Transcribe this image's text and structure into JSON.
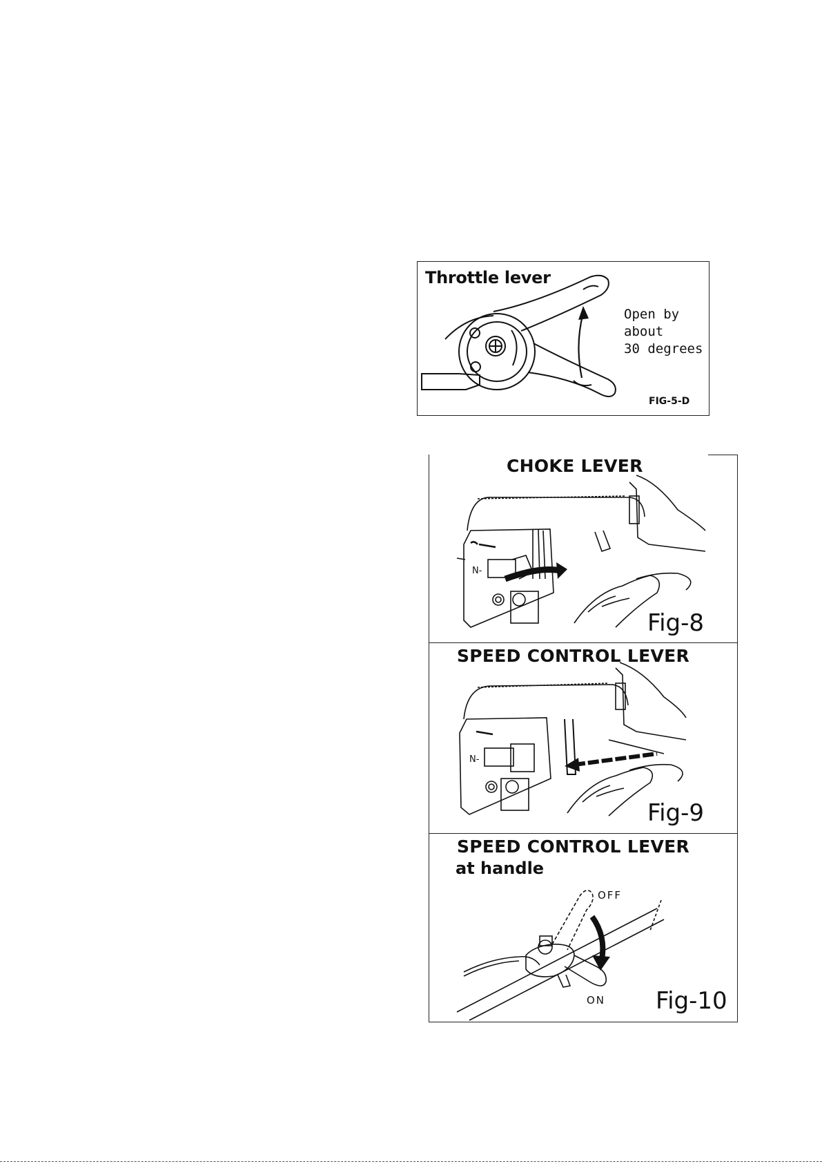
{
  "throttle": {
    "title": "Throttle lever",
    "note": "Open by\nabout\n30 degrees",
    "fig": "FIG-5-D"
  },
  "choke": {
    "title": "CHOKE LEVER",
    "fig": "Fig-8"
  },
  "speed": {
    "title": "SPEED CONTROL LEVER",
    "fig": "Fig-9"
  },
  "speed_handle": {
    "title": "SPEED CONTROL LEVER",
    "subtitle": "at handle",
    "off_label": "OFF",
    "on_label": "ON",
    "fig": "Fig-10"
  }
}
